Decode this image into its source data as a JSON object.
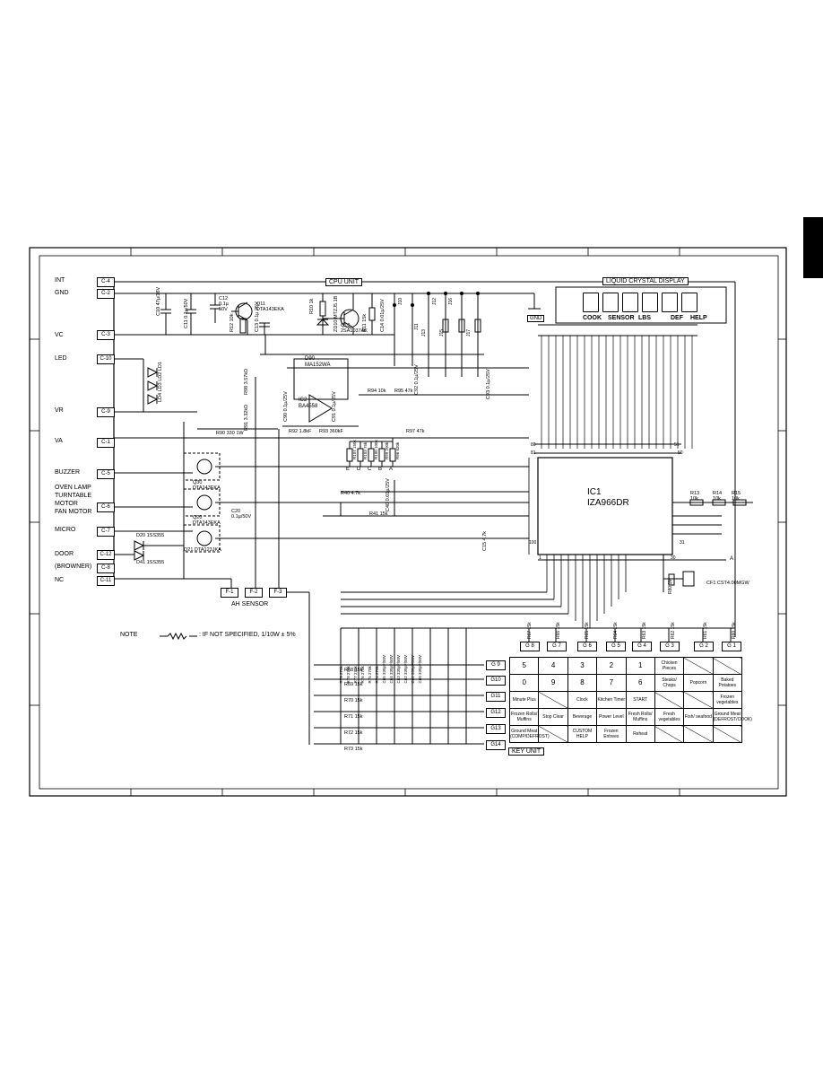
{
  "connectors_left": [
    {
      "signal": "INT",
      "pin": "C-4"
    },
    {
      "signal": "GND",
      "pin": "C-2"
    },
    {
      "signal": "VC",
      "pin": "C-3"
    },
    {
      "signal": "LED",
      "pin": "C-10"
    },
    {
      "signal": "VR",
      "pin": "C-9"
    },
    {
      "signal": "VA",
      "pin": "C-1"
    },
    {
      "signal": "BUZZER",
      "pin": "C-5"
    },
    {
      "signal": "MICRO",
      "pin": "C-7"
    },
    {
      "signal": "DOOR",
      "pin": "C-12"
    },
    {
      "signal": "(BROWNER)",
      "pin": "C-8"
    },
    {
      "signal": "NC",
      "pin": "C-11"
    }
  ],
  "oven_lamp_label": [
    "OVEN LAMP",
    "TURNTABLE",
    "MOTOR",
    "FAN MOTOR"
  ],
  "oven_lamp_pin": "C-6",
  "cpu_unit_label": "CPU UNIT",
  "lcd_label": "LIQUID CRYSTAL DISPLAY",
  "lcd_words": [
    "COOK",
    "SENSOR",
    "LBS",
    "DEF",
    "HELP"
  ],
  "gnd_label": "GND",
  "ic1_label": [
    "IC1",
    "IZA966DR"
  ],
  "ic1_pins": [
    "80",
    "51",
    "81",
    "50",
    "100",
    "31",
    "1",
    "30"
  ],
  "ah_sensor": {
    "label": "AH SENSOR",
    "pins": [
      "F-1",
      "F-2",
      "F-3"
    ]
  },
  "note": {
    "prefix": "NOTE",
    "text": ": IF NOT SPECIFIED,  1/10W ± 5%"
  },
  "key_unit_label": "KEY UNIT",
  "g_cols": [
    "G 8",
    "G 7",
    "G 6",
    "G 5",
    "G 4",
    "G 3",
    "G 2",
    "G 1"
  ],
  "g_rows": [
    "G 9",
    "G10",
    "G11",
    "G12",
    "G13",
    "G14"
  ],
  "g_col_resistors": [
    "R67 15k",
    "R66 15k",
    "R65 15k",
    "R64 15k",
    "R63 15k",
    "R62 15k",
    "R61 15k",
    "R60 15k"
  ],
  "g_row_resistors": [
    "R68 15k",
    "R69 15k",
    "R70 15k",
    "R71 15k",
    "R72 15k",
    "R73 15k"
  ],
  "key_rows": [
    [
      "5",
      "4",
      "3",
      "2",
      "1",
      "Chicken Pieces",
      "",
      ""
    ],
    [
      "0",
      "9",
      "8",
      "7",
      "6",
      "Steaks/ Chops",
      "Popcorn",
      "Baked Potatoes"
    ],
    [
      "Minute Plus",
      "",
      "Clock",
      "Kitchen Timer",
      "START",
      "",
      "",
      "Frozen vegetables"
    ],
    [
      "Frozen Rolls/ Muffins",
      "Stop Clear",
      "Beverage",
      "Power Level",
      "Fresh Rolls/ Muffins",
      "Fresh vegetables",
      "Fish/ seafood",
      "Ground Meat (DEFROST/COOK)"
    ],
    [
      "Ground Meat (COMP/DEFROST)",
      "",
      "CUSTOM HELP",
      "Frozen Entrees",
      "Reheat",
      "",
      "",
      ""
    ]
  ],
  "components": {
    "c12": "C12 0.1µ 50V",
    "q11": "Q11 DTA143EKA",
    "c10": "C10 47µ/16V",
    "c11": "C11 0.1µ/50V",
    "r12": "R12 10k",
    "c13": "C13 0.1µ 25V",
    "r10": "R10 1k",
    "zd10": "ZD10 MTZJ5.1B",
    "q10": "Q10 2SA1037AK",
    "r11": "R11 15k",
    "c14": "C14 0.01µ/25V",
    "d90": "D90 MA152WA",
    "ic2": "IC2 BA4558",
    "r94": "R94 10k",
    "r95": "R95 47k",
    "c92": "C92 0.1µ/25V",
    "c93": "C93 0.1µ/25V",
    "c90": "C90 0.1µ/25V",
    "c91": "C91 0.1µ/25V",
    "r98": "R98 3.57kD",
    "r91": "R91 3.32kD",
    "r92": "R92 1.8kF",
    "r93": "R93 360kF",
    "r97": "R97 47k",
    "r90": "R90 330 1W",
    "leds": "LD4 LD3 LD2 LD1",
    "q30": "Q30 DTA143EKA",
    "q20": "Q20 DTA143EKA",
    "c20": "C20 0.1µ/50V",
    "q21": "Q21 DTA123JKA",
    "d20": "D20 1SS355",
    "d41": "D41 1SS355",
    "r40": "R40 4.7k",
    "c40": "C40 0.01µ/25V",
    "r41": "R41 15k",
    "c15": "C15 4.7k",
    "r13": "R13 10k",
    "r14": "R14 10k",
    "r15": "R15 10k",
    "cf1": "CF1 CST4.00MGW",
    "r80": "R80 1M",
    "j10": "J10",
    "j12": "J12",
    "j13": "J13",
    "j15": "J15",
    "j16": "J16",
    "j17": "J17",
    "j11": "J11",
    "ladder": [
      "R107 150k",
      "R103 75k",
      "R100 100k",
      "R99 200k",
      "R96 620k"
    ],
    "ladder_letters": [
      "E",
      "D",
      "C",
      "B",
      "A"
    ],
    "caps_row": [
      "R79 270k",
      "R78 270k",
      "R77 270k",
      "R76 270k",
      "R75 270k",
      "R74 270k",
      "C65 330pF/50V",
      "C64 330pF/50V",
      "C63 330pF/50V",
      "C62 330pF/50V",
      "C61 330pF/50V",
      "C60 330pF/50V"
    ],
    "misc_right": "A"
  }
}
